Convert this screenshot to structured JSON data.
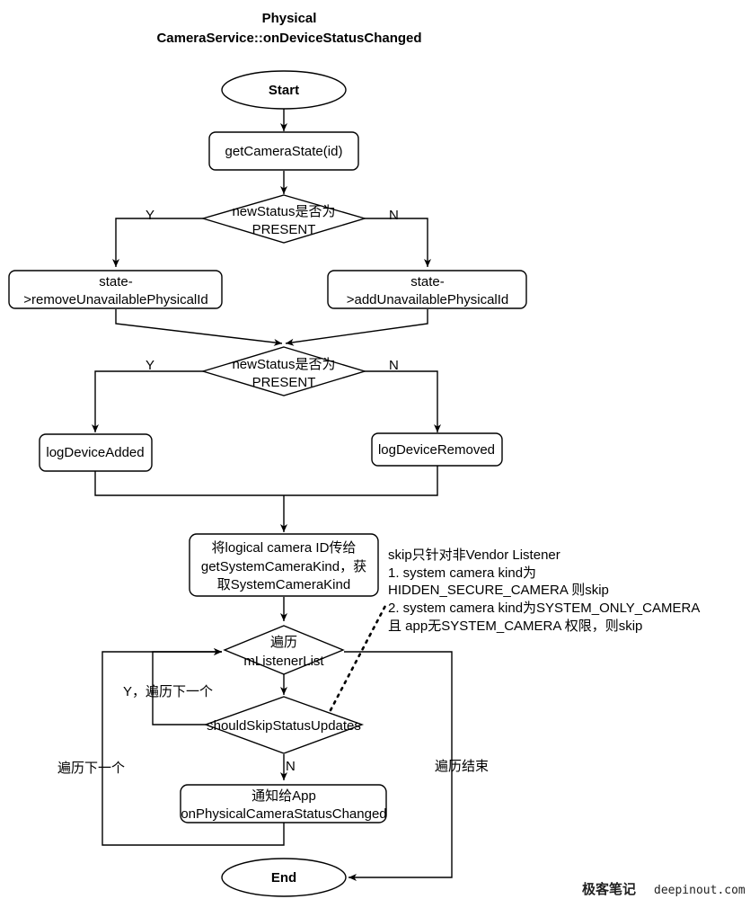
{
  "title": [
    "Physical",
    "CameraService::onDeviceStatusChanged"
  ],
  "nodes": {
    "start": "Start",
    "get_state": "getCameraState(id)",
    "decision1": [
      "newStatus是否为",
      "PRESENT"
    ],
    "remove_unavail": [
      "state-",
      ">removeUnavailablePhysicalId"
    ],
    "add_unavail": [
      "state-",
      ">addUnavailablePhysicalId"
    ],
    "decision2": [
      "newStatus是否为",
      "PRESENT"
    ],
    "log_added": "logDeviceAdded",
    "log_removed": "logDeviceRemoved",
    "pass_logical": [
      "将logical camera ID传给",
      "getSystemCameraKind，获",
      "取SystemCameraKind"
    ],
    "iterate": [
      "遍历",
      "mListenerList"
    ],
    "should_skip": "shouldSkipStatusUpdates",
    "notify": [
      "通知给App",
      "onPhysicalCameraStatusChanged"
    ],
    "end": "End"
  },
  "edge_labels": {
    "d1_yes": "Y",
    "d1_no": "N",
    "d2_yes": "Y",
    "d2_no": "N",
    "skip_yes": "Y，遍历下一个",
    "skip_no": "N",
    "next_loop": "遍历下一个",
    "loop_done": "遍历结束"
  },
  "note": [
    "skip只针对非Vendor Listener",
    "1. system camera kind为",
    "HIDDEN_SECURE_CAMERA 则skip",
    "2. system camera kind为SYSTEM_ONLY_CAMERA",
    "且 app无SYSTEM_CAMERA 权限，则skip"
  ],
  "watermark": {
    "brand": "极客笔记",
    "site": "deepinout.com"
  }
}
